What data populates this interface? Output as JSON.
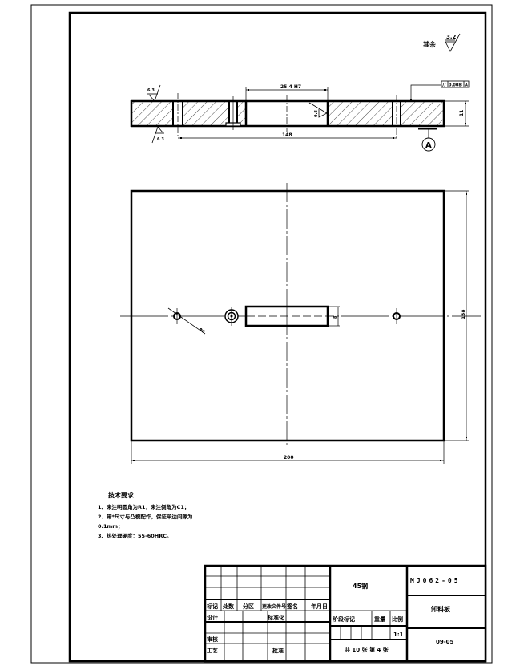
{
  "drawing": {
    "roughness_label": "其余",
    "roughness_value": "3.2",
    "section_view": {
      "top_left_roughness": "6.3",
      "bottom_left_roughness": "6.3",
      "slot_width_dim": "25.4 H7",
      "slot_roughness": "0.8",
      "hole_span_dim": "148",
      "thickness_dim": "11",
      "tolerance_frame": {
        "symbol": "//",
        "value": "0.008",
        "datum": "A"
      },
      "datum_label": "A"
    },
    "plan_view": {
      "width_dim": "200",
      "height_dim": "158",
      "slot_height_dim": "8",
      "hole_callout": "Φ8"
    }
  },
  "tech_requirements": {
    "title": "技术要求",
    "items": [
      "1、未注明圆角为R1，未注倒角为C1；",
      "2、带*尺寸与凸模配作，保证单边间隙为",
      "0.1mm；",
      "3、热处理硬度：55-60HRC。"
    ]
  },
  "title_block": {
    "left_headers": [
      "标记",
      "处数",
      "分区",
      "更改文件号",
      "签名",
      "年月日"
    ],
    "design_label": "设计",
    "standardization_label": "标准化",
    "review_label": "审核",
    "process_label": "工艺",
    "approval_label": "批准",
    "material": "45钢",
    "drawing_number": "MJ062-05",
    "part_name": "卸料板",
    "stage_mark_label": "阶段标记",
    "weight_label": "重量",
    "scale_label": "比例",
    "scale_value": "1:1",
    "sheets_text": "共 10 张   第 4 张",
    "date_code": "09-05"
  }
}
